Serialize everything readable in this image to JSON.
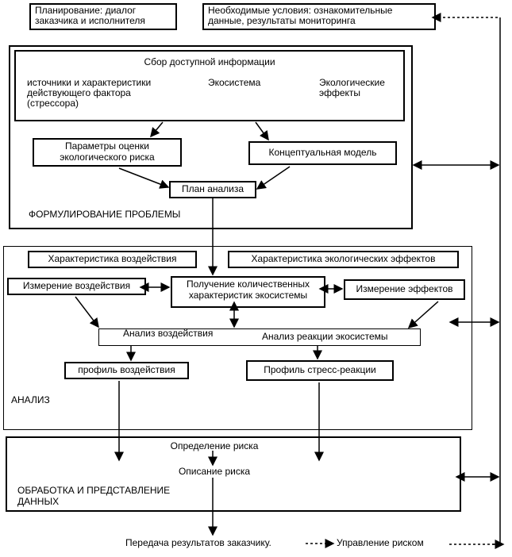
{
  "top": {
    "planning": [
      "Планирование: диалог",
      "заказчика и исполнителя"
    ],
    "conditions": [
      "Необходимые условия: ознакомительные",
      "данные, результаты мониторинга"
    ]
  },
  "formulation": {
    "collect_title": "Сбор доступной информации",
    "sources": [
      "источники и характеристики",
      "действующего фактора",
      "(стрессора)"
    ],
    "ecosystem": "Экосистема",
    "effects": [
      "Экологические",
      "эффекты"
    ],
    "params": [
      "Параметры оценки",
      "экологического риска"
    ],
    "concept_model": "Концептуальная модель",
    "plan": "План анализа",
    "section_label": "ФОРМУЛИРОВАНИЕ ПРОБЛЕМЫ"
  },
  "analysis": {
    "exposure_char": "Характеристика воздействия",
    "effects_char": "Характеристика экологических эффектов",
    "exposure_measure": "Измерение воздействия",
    "quant": [
      "Получение количественных",
      "характеристик экосистемы"
    ],
    "effects_measure": "Измерение эффектов",
    "exposure_analysis": "Анализ воздействия",
    "response_analysis": "Анализ реакции экосистемы",
    "exposure_profile": "профиль воздействия",
    "stress_profile": "Профиль стресс-реакции",
    "section_label": "АНАЛИЗ"
  },
  "risk": {
    "definition": "Определение риска",
    "description": "Описание риска",
    "section_label": [
      "ОБРАБОТКА И ПРЕДСТАВЛЕНИЕ",
      "ДАННЫХ"
    ]
  },
  "bottom": {
    "transfer": "Передача результатов заказчику.",
    "management": "Управление риском"
  }
}
